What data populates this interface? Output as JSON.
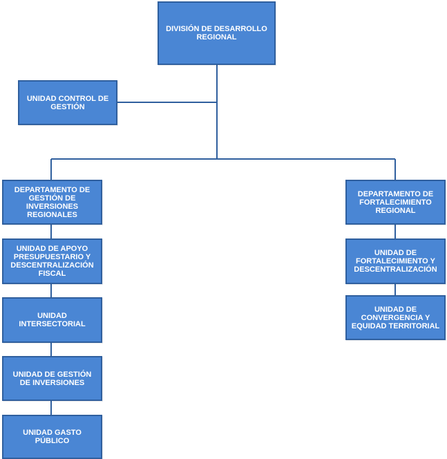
{
  "diagram": {
    "root": "DIVISIÓN DE DESARROLLO\nREGIONAL",
    "staff_unit": "UNIDAD CONTROL DE\nGESTIÓN",
    "left_department": "DEPARTAMENTO DE\nGESTIÓN DE\nINVERSIONES\nREGIONALES",
    "left_units": [
      "UNIDAD DE APOYO\nPRESUPUESTARIO Y\nDESCENTRALIZACIÓN\nFISCAL",
      "UNIDAD\nINTERSECTORIAL",
      "UNIDAD DE GESTIÓN\nDE INVERSIONES",
      "UNIDAD GASTO\nPÚBLICO"
    ],
    "right_department": "DEPARTAMENTO DE\nFORTALECIMIENTO\nREGIONAL",
    "right_units": [
      "UNIDAD DE\nFORTALECIMIENTO Y\nDESCENTRALIZACIÓN",
      "UNIDAD DE\nCONVERGENCIA Y\nEQUIDAD TERRITORIAL"
    ]
  },
  "colors": {
    "box_fill": "#4a86d4",
    "box_border": "#2f5f9e",
    "text": "#ffffff",
    "connector": "#2f5f9e"
  }
}
